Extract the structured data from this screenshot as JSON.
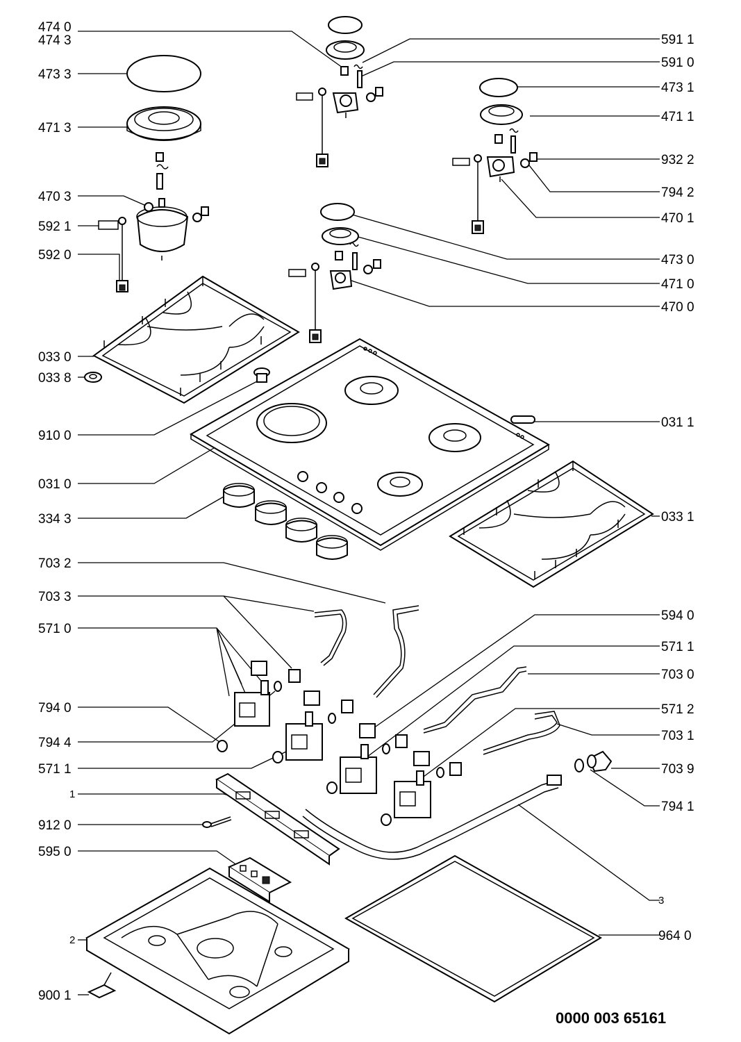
{
  "document_number": "0000 003 65161",
  "labels_left": [
    {
      "id": "474-0",
      "text": "474 0"
    },
    {
      "id": "474-3",
      "text": "474 3"
    },
    {
      "id": "473-3",
      "text": "473 3"
    },
    {
      "id": "471-3",
      "text": "471 3"
    },
    {
      "id": "470-3",
      "text": "470 3"
    },
    {
      "id": "592-1",
      "text": "592 1"
    },
    {
      "id": "592-0",
      "text": "592 0"
    },
    {
      "id": "033-0",
      "text": "033 0"
    },
    {
      "id": "033-8",
      "text": "033 8"
    },
    {
      "id": "910-0",
      "text": "910 0"
    },
    {
      "id": "031-0",
      "text": "031 0"
    },
    {
      "id": "334-3",
      "text": "334 3"
    },
    {
      "id": "703-2",
      "text": "703 2"
    },
    {
      "id": "703-3",
      "text": "703 3"
    },
    {
      "id": "571-0",
      "text": "571 0"
    },
    {
      "id": "794-0",
      "text": "794 0"
    },
    {
      "id": "794-4",
      "text": "794 4"
    },
    {
      "id": "571-1b",
      "text": "571 1"
    },
    {
      "id": "1",
      "text": "1"
    },
    {
      "id": "912-0",
      "text": "912 0"
    },
    {
      "id": "595-0",
      "text": "595 0"
    },
    {
      "id": "2",
      "text": "2"
    },
    {
      "id": "900-1",
      "text": "900 1"
    }
  ],
  "labels_right": [
    {
      "id": "591-1",
      "text": "591 1"
    },
    {
      "id": "591-0",
      "text": "591 0"
    },
    {
      "id": "473-1",
      "text": "473 1"
    },
    {
      "id": "471-1",
      "text": "471 1"
    },
    {
      "id": "932-2",
      "text": "932 2"
    },
    {
      "id": "794-2",
      "text": "794 2"
    },
    {
      "id": "470-1",
      "text": "470 1"
    },
    {
      "id": "473-0",
      "text": "473 0"
    },
    {
      "id": "471-0",
      "text": "471 0"
    },
    {
      "id": "470-0",
      "text": "470 0"
    },
    {
      "id": "031-1",
      "text": "031 1"
    },
    {
      "id": "033-1",
      "text": "033 1"
    },
    {
      "id": "594-0",
      "text": "594 0"
    },
    {
      "id": "571-1",
      "text": "571 1"
    },
    {
      "id": "703-0",
      "text": "703 0"
    },
    {
      "id": "571-2",
      "text": "571 2"
    },
    {
      "id": "703-1",
      "text": "703 1"
    },
    {
      "id": "703-9",
      "text": "703 9"
    },
    {
      "id": "794-1",
      "text": "794 1"
    },
    {
      "id": "3",
      "text": "3"
    },
    {
      "id": "964-0",
      "text": "964 0"
    }
  ]
}
